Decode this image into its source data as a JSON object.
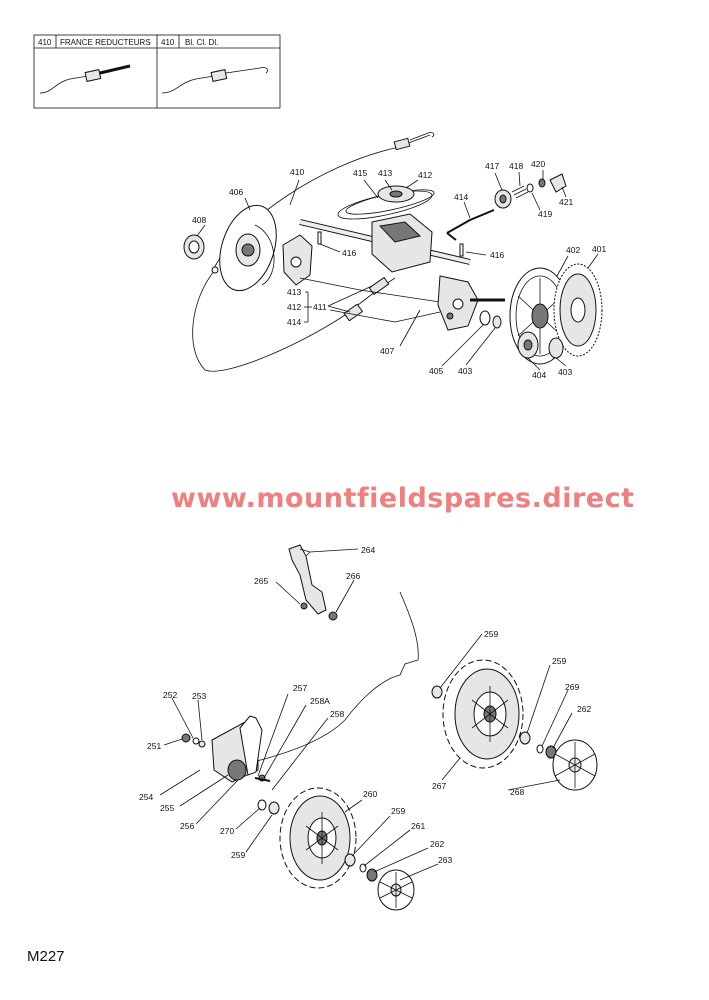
{
  "inset": {
    "left": {
      "code": "410",
      "label": "FRANCE REDUCTEURS"
    },
    "right": {
      "code": "410",
      "label": "Bl. Cl. Dl."
    }
  },
  "top_labels": {
    "l410": "410",
    "l406": "406",
    "l408": "408",
    "l415": "415",
    "l413a": "413",
    "l412a": "412",
    "l414": "414",
    "l416a": "416",
    "l416b": "416",
    "l417": "417",
    "l418": "418",
    "l420": "420",
    "l419": "419",
    "l421": "421",
    "l402": "402",
    "l401": "401",
    "l413b": "413",
    "l412b": "412",
    "l411": "411",
    "l414b": "414",
    "l407": "407",
    "l405": "405",
    "l403a": "403",
    "l404": "404",
    "l403b": "403"
  },
  "watermark": "www.mountfieldspares.direct",
  "bottom_labels": {
    "l264": "264",
    "l265": "265",
    "l266": "266",
    "l259a": "259",
    "l259b": "259",
    "l269": "269",
    "l262a": "262",
    "l252": "252",
    "l253": "253",
    "l257": "257",
    "l258A": "258A",
    "l258": "258",
    "l251": "251",
    "l254": "254",
    "l255": "255",
    "l256": "256",
    "l270": "270",
    "l259c": "259",
    "l260": "260",
    "l259d": "259",
    "l261": "261",
    "l262b": "262",
    "l263": "263",
    "l267": "267",
    "l268": "268"
  },
  "page_code": "M227"
}
